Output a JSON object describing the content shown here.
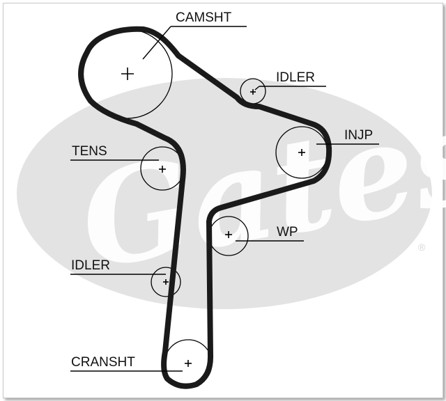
{
  "brand": {
    "watermark_text": "Gates",
    "registered_mark": "®"
  },
  "colors": {
    "belt": "#1a1a1a",
    "pulley": "#000000",
    "watermark": "#e3e3e3",
    "label": "#111111"
  },
  "labels": {
    "camsht": "CAMSHT",
    "idler_top": "IDLER",
    "injp": "INJP",
    "tens": "TENS",
    "wp": "WP",
    "idler_bottom": "IDLER",
    "cransht": "CRANSHT"
  }
}
